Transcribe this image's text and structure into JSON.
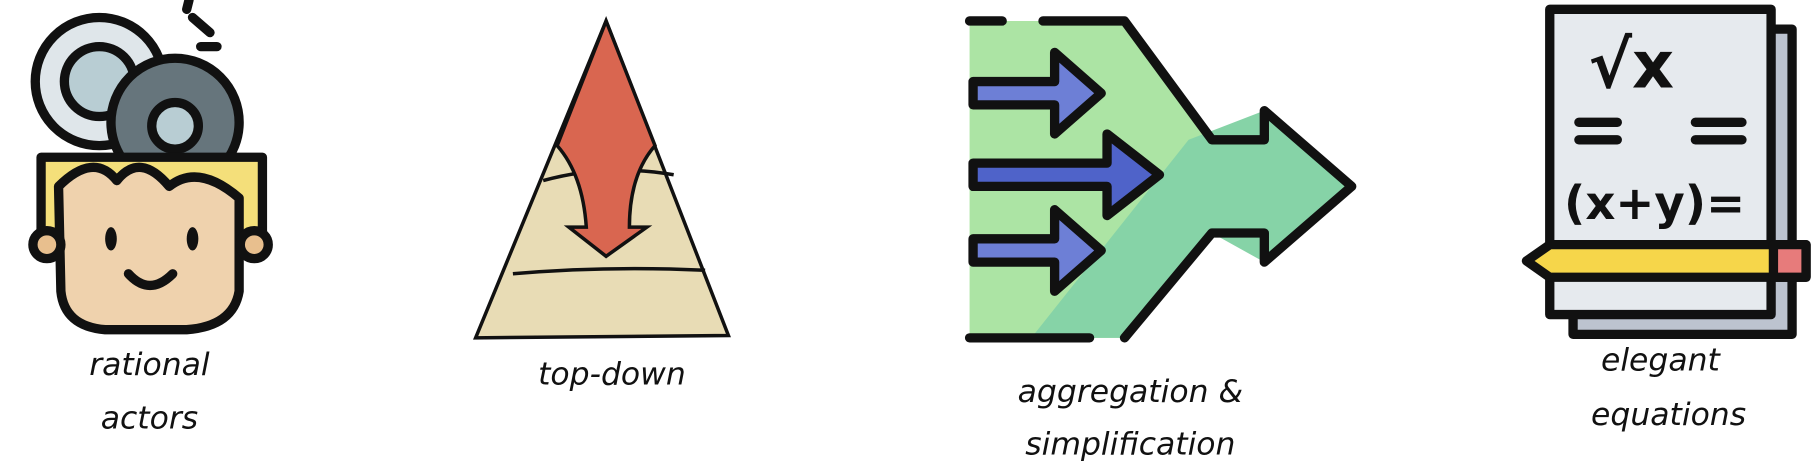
{
  "items": [
    {
      "icon": "rational-actor-head-gears-icon",
      "label_lines": [
        "rational",
        "actors"
      ]
    },
    {
      "icon": "top-down-pyramid-arrow-icon",
      "label_lines": [
        "top-down"
      ]
    },
    {
      "icon": "aggregation-arrows-merge-icon",
      "label_lines": [
        "aggregation &",
        "simplification"
      ]
    },
    {
      "icon": "equations-paper-pencil-icon",
      "label_lines": [
        "elegant",
        "equations"
      ],
      "equation_lines": [
        "√x",
        "(x+y)="
      ]
    }
  ]
}
